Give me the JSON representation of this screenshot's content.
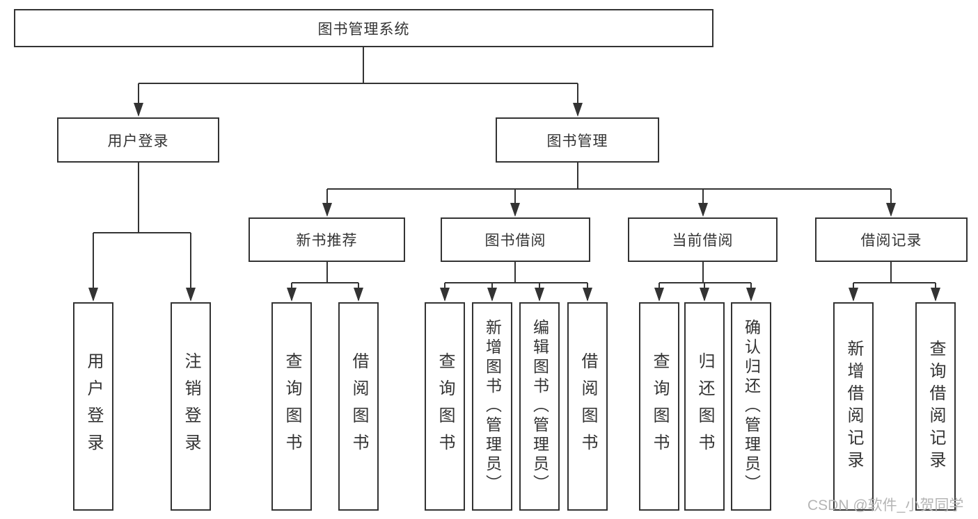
{
  "diagram": {
    "nodes": {
      "root": "图书管理系统",
      "user_login": "用户登录",
      "book_mgmt": "图书管理",
      "new_books": "新书推荐",
      "book_borrow": "图书借阅",
      "current_borrow": "当前借阅",
      "borrow_records": "借阅记录"
    },
    "leaves": {
      "user_login": "用户登录",
      "logout": "注销登录",
      "new_query": "查询图书",
      "new_borrow": "借阅图书",
      "bb_query": "查询图书",
      "bb_add": "新增图书（管理员）",
      "bb_edit": "编辑图书（管理员）",
      "bb_borrow": "借阅图书",
      "cb_query": "查询图书",
      "cb_return": "归还图书",
      "cb_confirm": "确认归还（管理员）",
      "br_add": "新增借阅记录",
      "br_query": "查询借阅记录"
    }
  },
  "watermark": "CSDN @软件_小贺同学",
  "colors": {
    "line": "#333333",
    "text": "#333333",
    "watermark": "#b5b5b5",
    "background": "#ffffff"
  }
}
